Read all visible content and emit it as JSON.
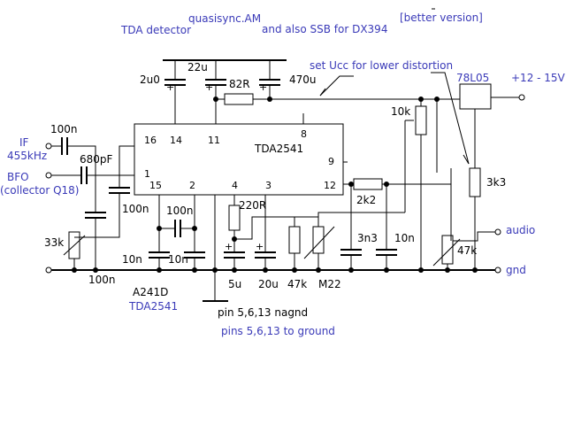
{
  "title": {
    "part1": "TDA detector",
    "part2": "quasisync.AM",
    "part3": "and also SSB for DX394",
    "part4": "[better version]"
  },
  "notes": {
    "set_ucc": "set Ucc for lower distortion",
    "pins_nagnd": "pin 5,6,13 nagnd",
    "pins_ground": "pins 5,6,13 to ground",
    "alt_name1": "A241D",
    "alt_name2": "TDA2541"
  },
  "ic": {
    "name": "TDA2541",
    "pins": {
      "p16": "16",
      "p14": "14",
      "p11": "11",
      "p8": "8",
      "p9": "9",
      "p1": "1",
      "p15": "15",
      "p2": "2",
      "p4": "4",
      "p3": "3",
      "p12": "12"
    }
  },
  "regulator": {
    "name": "78L05",
    "supply": "+12 - 15V"
  },
  "io": {
    "if_label": "IF",
    "if_freq": "455kHz",
    "bfo_label": "BFO",
    "bfo_sub": "(collector Q18)",
    "audio": "audio",
    "gnd": "gnd"
  },
  "components": {
    "c_2u0": "2u0",
    "c_22u": "22u",
    "c_470u": "470u",
    "r_82R": "82R",
    "r_10k": "10k",
    "r_3k3": "3k3",
    "c_100n_if": "100n",
    "c_680pF": "680pF",
    "c_100n_p1": "100n",
    "r_33k": "33k",
    "c_100n_bot": "100n",
    "c_10n_a": "10n",
    "c_100n_mid": "100n",
    "c_10n_b": "10n",
    "r_220R": "220R",
    "c_5u": "5u",
    "c_20u": "20u",
    "r_47k_pot": "47k",
    "r_M22": "M22",
    "r_2k2": "2k2",
    "c_3n3": "3n3",
    "c_10n_c": "10n",
    "r_47k_vol": "47k"
  }
}
